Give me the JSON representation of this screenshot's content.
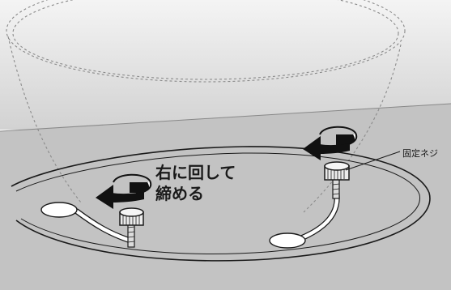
{
  "instruction": {
    "line1": "右に回して",
    "line2": "締める"
  },
  "screw_label": "固定ネジ",
  "colors": {
    "background": "#ffffff",
    "upper_surface": "#d8d8d8",
    "lower_surface": "#c4c4c4",
    "outline": "#1a1a1a",
    "arrow": "#111111",
    "knob": "#ebebeb"
  },
  "icons": [
    "rotate-clockwise-arrow-icon",
    "thumb-screw-icon"
  ]
}
